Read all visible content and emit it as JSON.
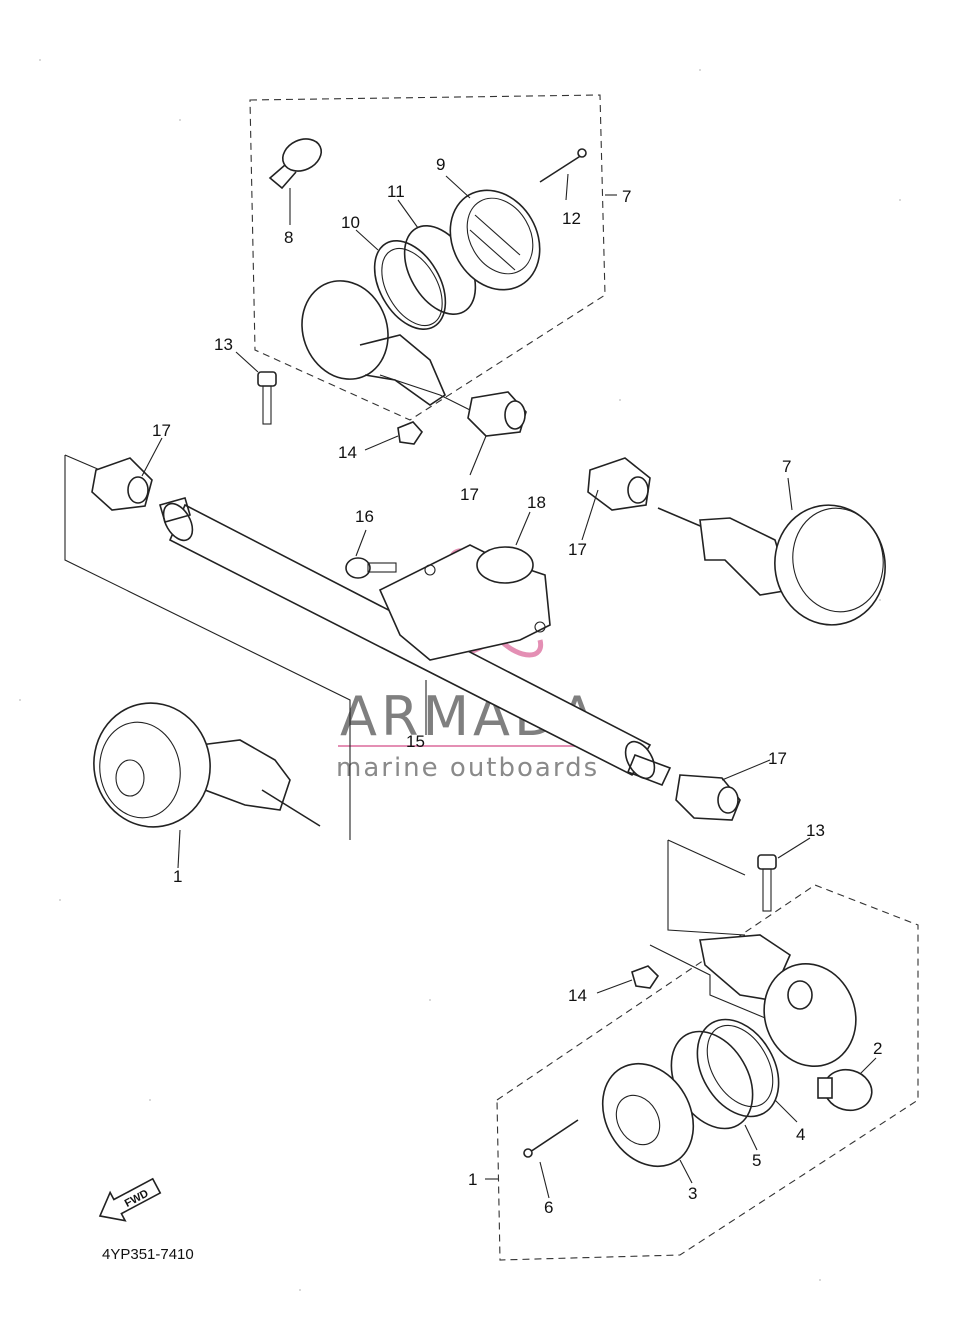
{
  "diagram": {
    "part_code": "4YP351-7410",
    "fwd_label": "FWD",
    "watermark": {
      "title": "ARMADA",
      "subtitle": "marine outboards"
    },
    "callouts": {
      "c1a": "1",
      "c1b": "1",
      "c2": "2",
      "c3": "3",
      "c4": "4",
      "c5": "5",
      "c6": "6",
      "c7a": "7",
      "c7b": "7",
      "c8": "8",
      "c9": "9",
      "c10": "10",
      "c11": "11",
      "c12": "12",
      "c13a": "13",
      "c13b": "13",
      "c14a": "14",
      "c14b": "14",
      "c15": "15",
      "c16": "16",
      "c17a": "17",
      "c17b": "17",
      "c17c": "17",
      "c17d": "17",
      "c18": "18"
    }
  },
  "colors": {
    "line": "#222222",
    "watermark_logo": "#e48fb4",
    "watermark_text": "#7f7f7f"
  }
}
